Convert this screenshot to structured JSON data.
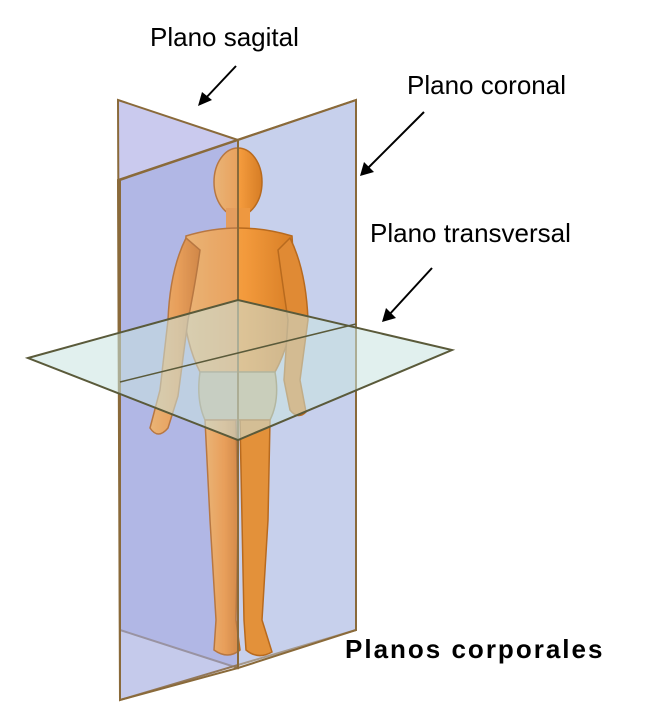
{
  "diagram": {
    "labels": {
      "sagittal": "Plano sagital",
      "coronal": "Plano coronal",
      "transverse": "Plano transversal",
      "title": "Planos corporales"
    },
    "colors": {
      "sagittal_plane": "#b8b8e8",
      "coronal_plane": "#9aa8dc",
      "transverse_plane": "#c8e4e0",
      "plane_edge": "#8a6a3a",
      "body_skin": "#f3a24a",
      "body_shadow": "#d9862e",
      "section_back": "#c9b38e",
      "arrow": "#000000"
    },
    "icons": [
      "arrow-sagittal-icon",
      "arrow-coronal-icon",
      "arrow-transverse-icon"
    ]
  }
}
